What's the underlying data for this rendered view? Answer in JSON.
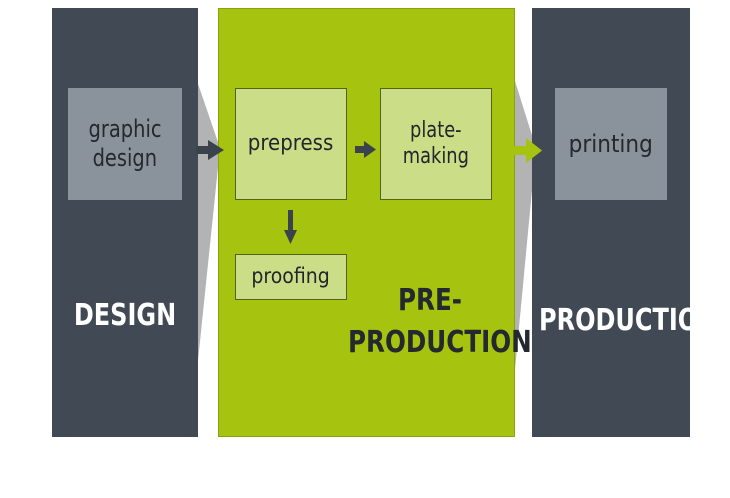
{
  "stages": {
    "design": {
      "label": "DESIGN",
      "box_line1": "graphic",
      "box_line2": "design"
    },
    "preproduction": {
      "label_line1": "PRE-",
      "label_line2": "PRODUCTION",
      "prepress": "prepress",
      "platemaking_line1": "plate-",
      "platemaking_line2": "making",
      "proofing": "proofing"
    },
    "production": {
      "label": "PRODUCTION",
      "box": "printing"
    }
  },
  "colors": {
    "dark_panel": "#414a54",
    "green_panel": "#a6c40f",
    "light_green_box": "#ccdd88",
    "gray_box": "#8a939c",
    "arrow_dark": "#3a434c",
    "arrow_green": "#a6c40f",
    "chevron_gray": "#b3b3b3"
  }
}
